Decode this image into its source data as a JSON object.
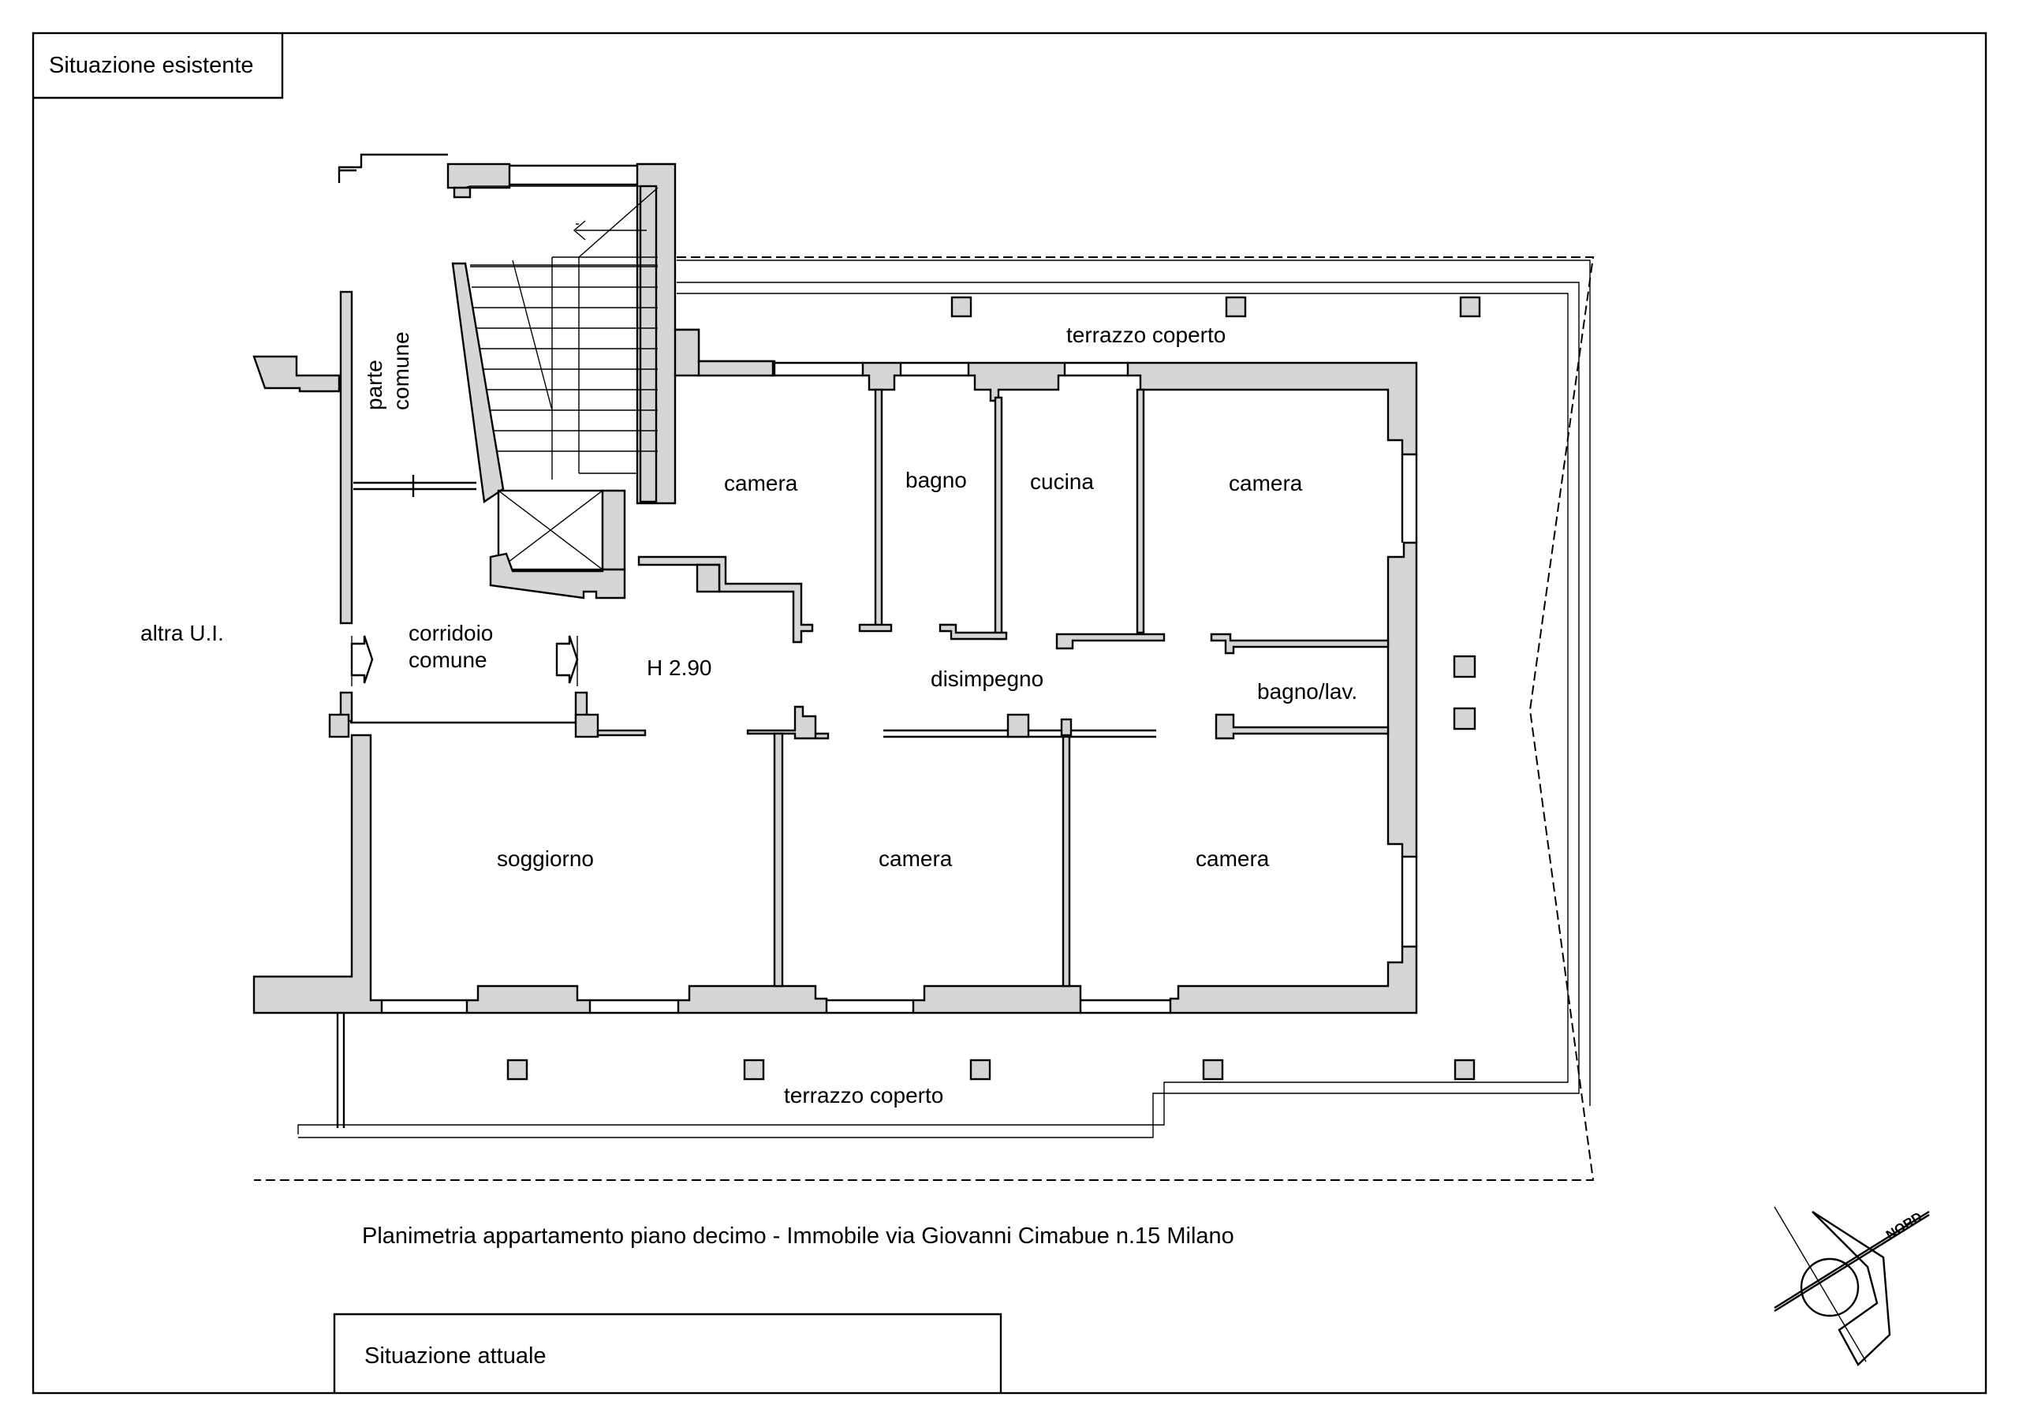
{
  "header": {
    "existing_label": "Situazione esistente"
  },
  "footer": {
    "current_label": "Situazione attuale"
  },
  "caption": "Planimetria appartamento piano decimo - Immobile via Giovanni Cimabue n.15  Milano",
  "compass": {
    "label": "NORD"
  },
  "colors": {
    "wall_fill": "#d6d6d6",
    "line": "#000000",
    "background": "#ffffff"
  },
  "rooms": {
    "terrace_top": "terrazzo coperto",
    "terrace_bottom": "terrazzo coperto",
    "common_part": [
      "parte",
      "comune"
    ],
    "common_corridor": [
      "corridoio",
      "comune"
    ],
    "other_unit": "altra U.I.",
    "height": "H 2.90",
    "camera_nw": "camera",
    "bagno": "bagno",
    "cucina": "cucina",
    "camera_ne": "camera",
    "disimpegno": "disimpegno",
    "bagno_lav": "bagno/lav.",
    "soggiorno": "soggiorno",
    "camera_s": "camera",
    "camera_se": "camera"
  }
}
